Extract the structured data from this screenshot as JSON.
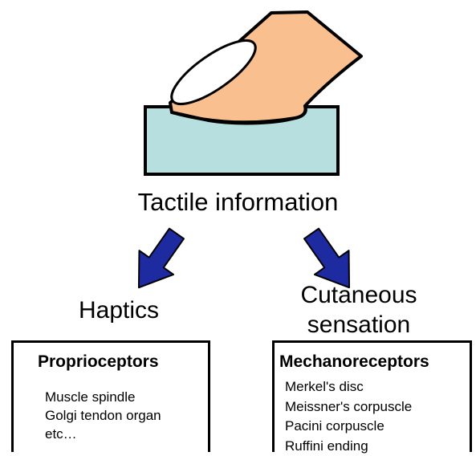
{
  "title": "Tactile information",
  "branches": {
    "left": {
      "label": "Haptics",
      "box": {
        "heading": "Proprioceptors",
        "items": [
          "Muscle spindle",
          "Golgi tendon organ",
          "etc…"
        ]
      }
    },
    "right": {
      "label_lines": [
        "Cutaneous",
        "sensation"
      ],
      "box": {
        "heading": "Mechanoreceptors",
        "items": [
          "Merkel's disc",
          "Meissner's corpuscle",
          "Pacini corpuscle",
          "Ruffini ending"
        ]
      }
    }
  },
  "colors": {
    "finger_skin": "#f9bf8f",
    "surface": "#b7dfe0",
    "arrow": "#1e2aa0",
    "outline": "#000000",
    "nail": "#ffffff"
  },
  "icons": [
    "finger-illustration",
    "surface-block",
    "arrow-down-left-icon",
    "arrow-down-right-icon"
  ]
}
